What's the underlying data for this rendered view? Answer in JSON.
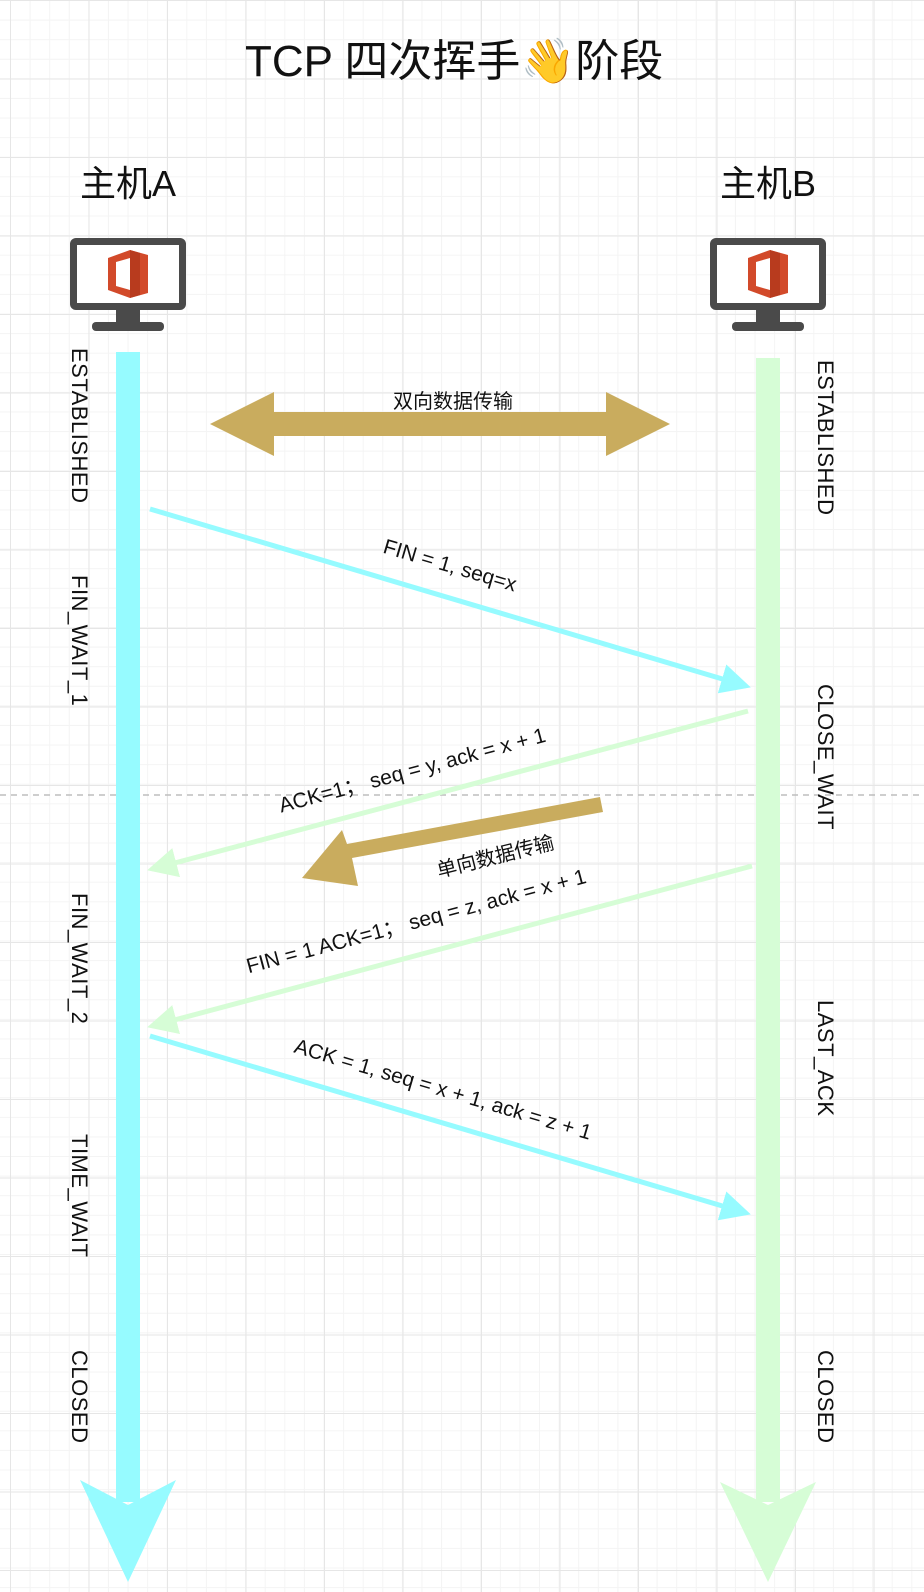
{
  "title": {
    "text": "TCP 四次挥手",
    "emoji": "👋",
    "suffix": "阶段"
  },
  "hosts": {
    "a": {
      "label": "主机A"
    },
    "b": {
      "label": "主机B"
    }
  },
  "states_a": [
    "ESTABLISHED",
    "FIN_WAIT_1",
    "FIN_WAIT_2",
    "TIME_WAIT",
    "CLOSED"
  ],
  "states_b": [
    "ESTABLISHED",
    "CLOSE_WAIT",
    "LAST_ACK",
    "CLOSED"
  ],
  "data_transfer": {
    "bidirectional": "双向数据传输",
    "unidirectional": "单向数据传输"
  },
  "messages": [
    {
      "text": "FIN = 1,   seq=x",
      "from": "A",
      "to": "B"
    },
    {
      "text": "ACK=1；  seq = y, ack = x + 1",
      "from": "B",
      "to": "A"
    },
    {
      "text": "FIN = 1 ACK=1；  seq = z, ack = x + 1",
      "from": "B",
      "to": "A"
    },
    {
      "text": "ACK = 1,  seq = x + 1,  ack = z + 1",
      "from": "A",
      "to": "B"
    }
  ],
  "colors": {
    "host_a_line": "#96fbff",
    "host_b_line": "#d6fdd6",
    "data_arrow": "#c9ac5e",
    "monitor": "#4a4a4a",
    "office_logo": "#d24a2a"
  },
  "icons": [
    "computer-monitor-icon",
    "office-logo-icon",
    "waving-hand-icon"
  ]
}
